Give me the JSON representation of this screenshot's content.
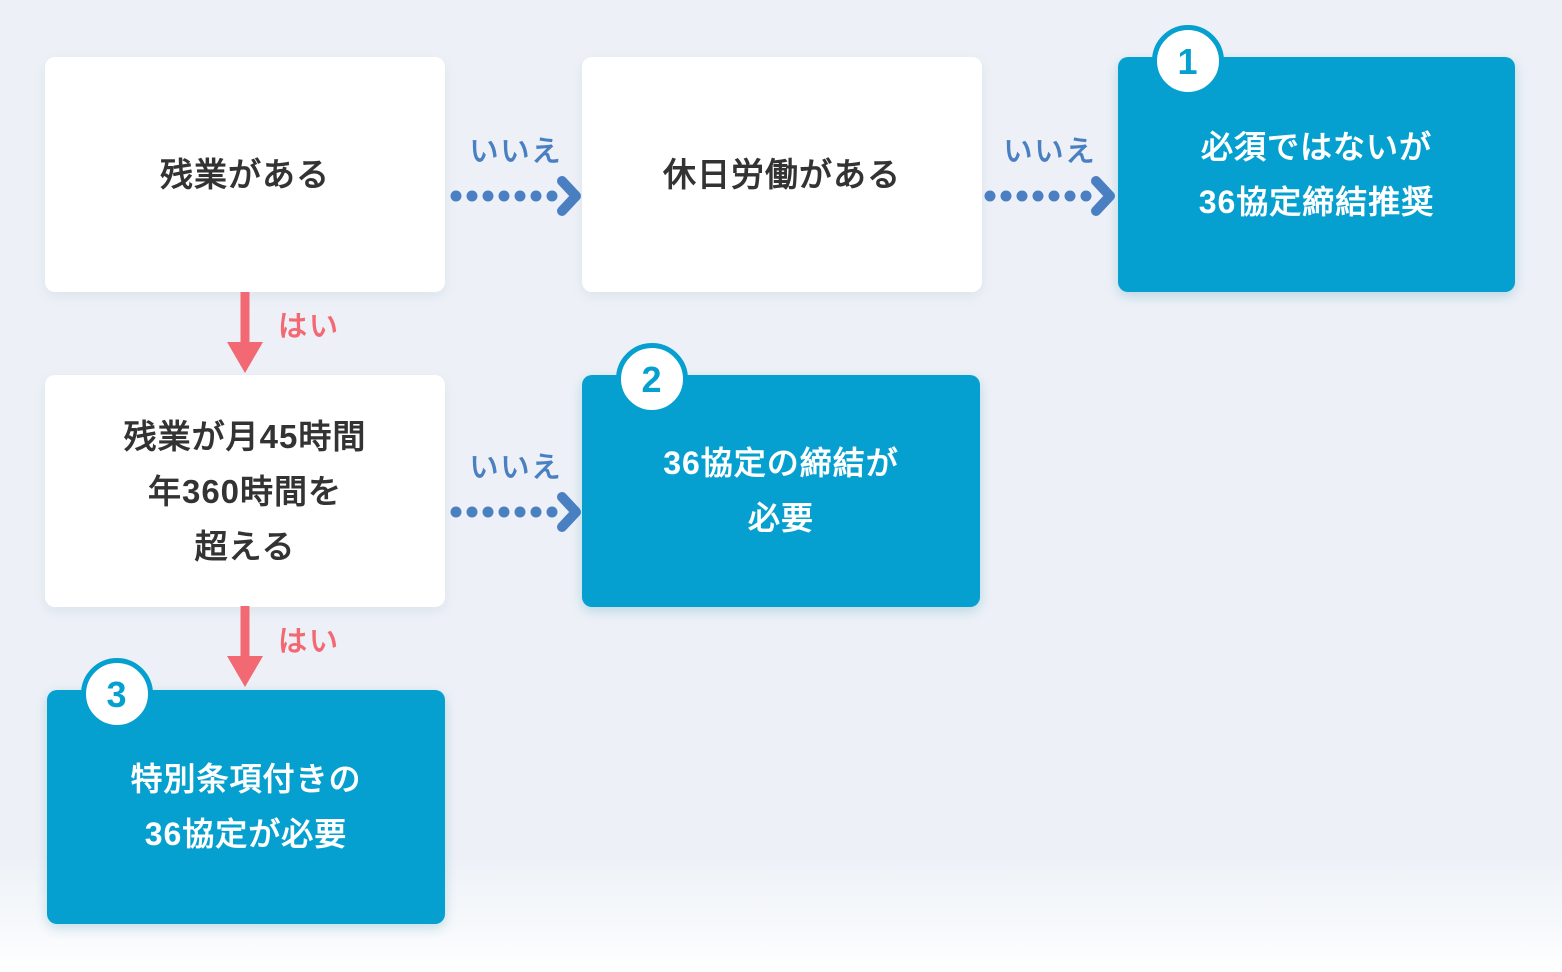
{
  "title": "36-agreement-necessity-flowchart",
  "colors": {
    "background": "#edf1f7",
    "question_node_bg": "#ffffff",
    "result_node_bg": "#05a0cf",
    "question_text": "#333333",
    "result_text": "#ffffff",
    "no_arrow_blue": "#4a80c2",
    "yes_arrow_red": "#f36973",
    "badge_number": "#05a0cf"
  },
  "nodes": {
    "overtime": {
      "label": "残業がある"
    },
    "holiday_work": {
      "label": "休日労働がある"
    },
    "over_limit": {
      "line1": "残業が月45時間",
      "line2": "年360時間を",
      "line3": "超える"
    },
    "result1": {
      "number": "1",
      "line1": "必須ではないが",
      "line2": "36協定締結推奨"
    },
    "result2": {
      "number": "2",
      "line1": "36協定の締結が",
      "line2": "必要"
    },
    "result3": {
      "number": "3",
      "line1": "特別条項付きの",
      "line2": "36協定が必要"
    }
  },
  "labels": {
    "yes": "はい",
    "no": "いいえ"
  },
  "edges": [
    {
      "from": "overtime",
      "to": "holiday_work",
      "answer": "いいえ",
      "style": "dotted-blue-right"
    },
    {
      "from": "holiday_work",
      "to": "result1",
      "answer": "いいえ",
      "style": "dotted-blue-right"
    },
    {
      "from": "overtime",
      "to": "over_limit",
      "answer": "はい",
      "style": "solid-red-down"
    },
    {
      "from": "over_limit",
      "to": "result2",
      "answer": "いいえ",
      "style": "dotted-blue-right"
    },
    {
      "from": "over_limit",
      "to": "result3",
      "answer": "はい",
      "style": "solid-red-down"
    }
  ]
}
